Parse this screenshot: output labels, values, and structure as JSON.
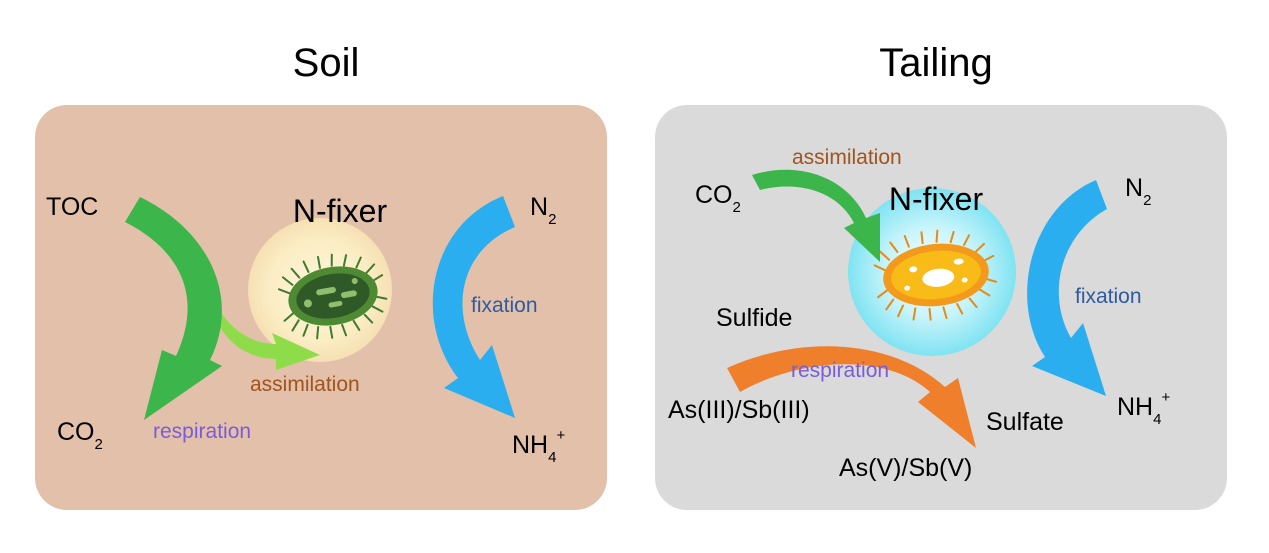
{
  "soil": {
    "title": "Soil",
    "panel_color": "#e3c0aa",
    "n_fixer": "N-fixer",
    "toc": "TOC",
    "co2": {
      "main": "CO",
      "sub": "2"
    },
    "n2": {
      "main": "N",
      "sub": "2"
    },
    "nh4": {
      "main": "NH",
      "sub": "4",
      "sup": "+"
    },
    "assimilation": "assimilation",
    "respiration": "respiration",
    "fixation": "fixation"
  },
  "tailing": {
    "title": "Tailing",
    "panel_color": "#dadada",
    "n_fixer": "N-fixer",
    "co2": {
      "main": "CO",
      "sub": "2"
    },
    "n2": {
      "main": "N",
      "sub": "2"
    },
    "nh4": {
      "main": "NH",
      "sub": "4",
      "sup": "+"
    },
    "assimilation": "assimilation",
    "respiration": "respiration",
    "fixation": "fixation",
    "sulfide": "Sulfide",
    "sulfate": "Sulfate",
    "as_sb_iii": "As(III)/Sb(III)",
    "as_sb_v": "As(V)/Sb(V)"
  },
  "colors": {
    "green_arrow": "#3cb54a",
    "light_green_arrow": "#8fdc4a",
    "blue_arrow": "#2aaef0",
    "orange_arrow": "#f07f2c",
    "assimilation_text": "#a0541e",
    "respiration_text": "#7b5cd6",
    "fixation_text": "#2e5aa0"
  }
}
